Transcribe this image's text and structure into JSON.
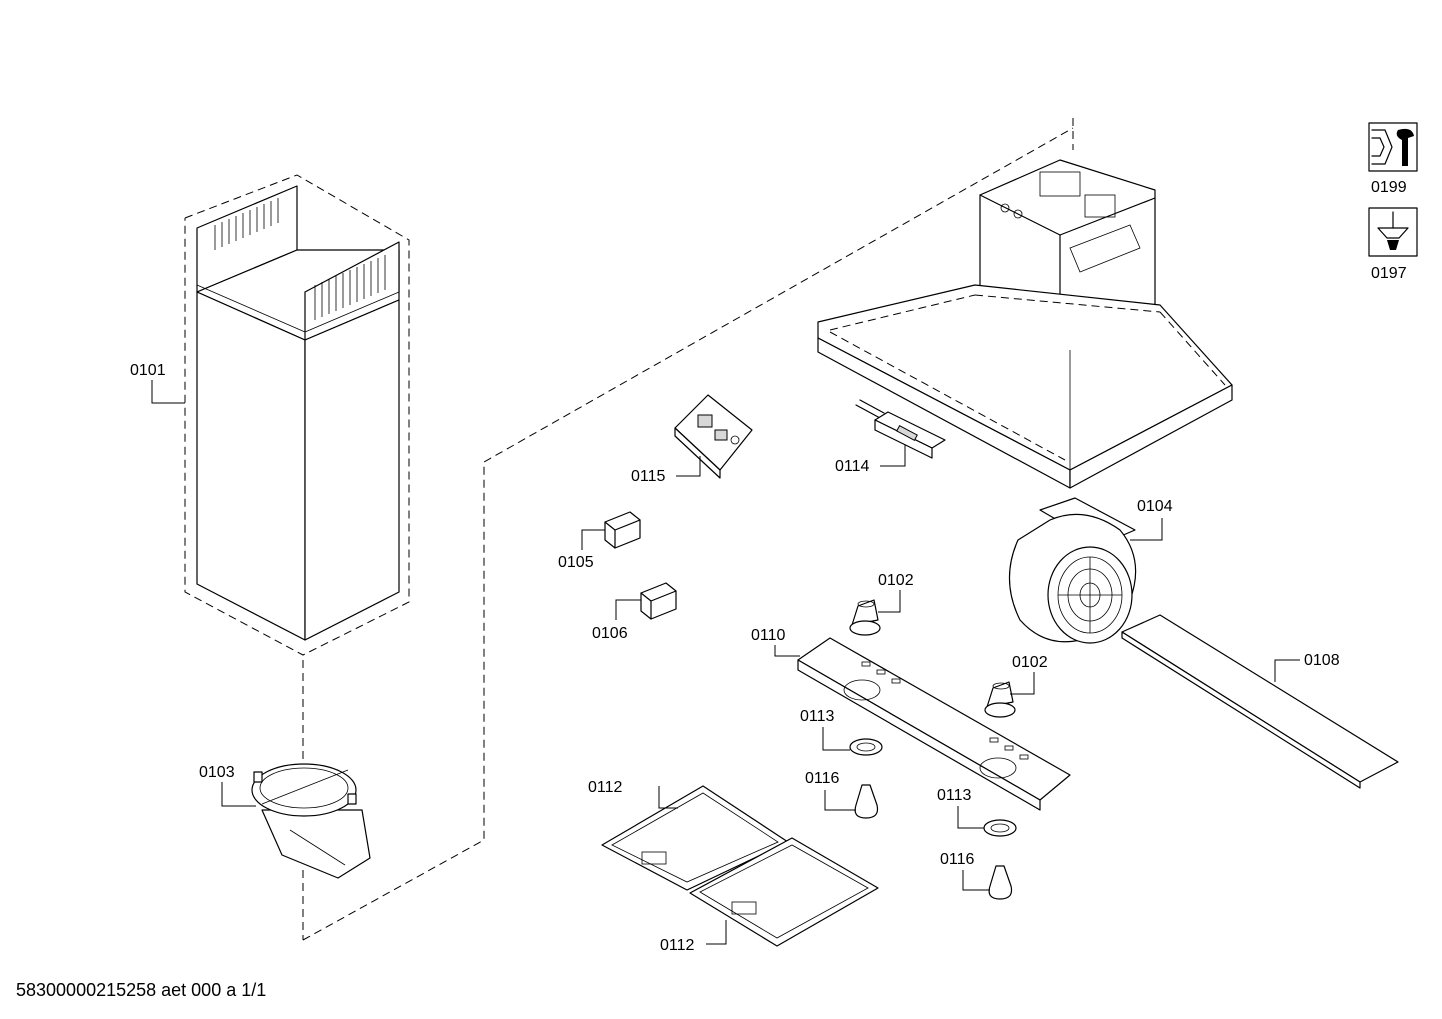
{
  "parts": {
    "p0101": "0101",
    "p0102a": "0102",
    "p0102b": "0102",
    "p0103": "0103",
    "p0104": "0104",
    "p0105": "0105",
    "p0106": "0106",
    "p0108": "0108",
    "p0110": "0110",
    "p0112a": "0112",
    "p0112b": "0112",
    "p0113a": "0113",
    "p0113b": "0113",
    "p0114": "0114",
    "p0115": "0115",
    "p0116a": "0116",
    "p0116b": "0116"
  },
  "tools": {
    "wrench_label": "0199",
    "screwdriver_label": "0197"
  },
  "footer": {
    "text": "58300000215258 aet 000 a 1/1"
  },
  "icons": [
    "wrench-icon",
    "screwdriver-icon"
  ]
}
